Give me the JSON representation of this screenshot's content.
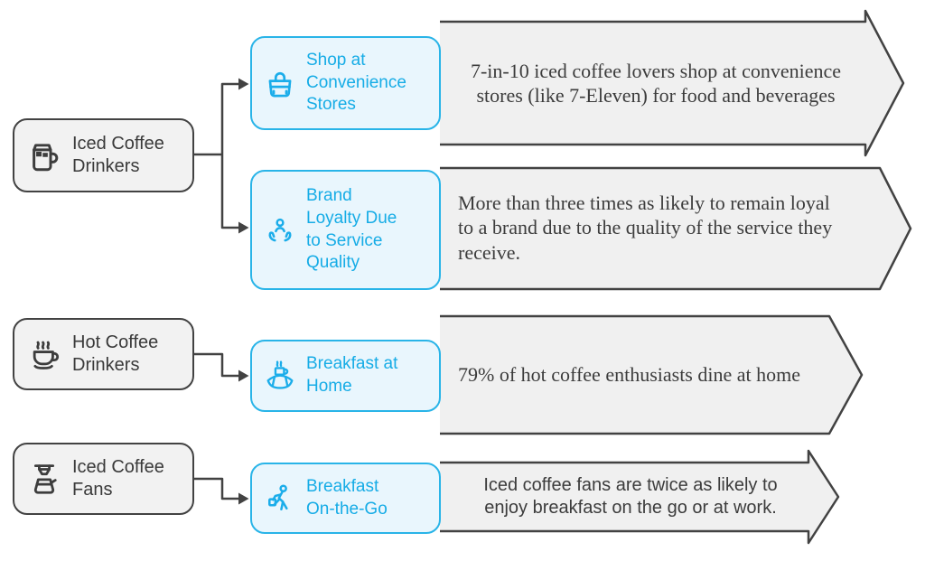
{
  "palette": {
    "accent": "#29b4e8",
    "accent_text": "#16ace6",
    "accent_fill": "#e9f6fd",
    "node_fill": "#f2f2f2",
    "banner_fill": "#f0f0f0",
    "stroke_dark": "#424242",
    "text_dark": "#3c3c3c"
  },
  "sources": [
    {
      "label": "Iced Coffee\nDrinkers",
      "icon": "iced-coffee-mug-icon"
    },
    {
      "label": "Hot Coffee\nDrinkers",
      "icon": "hot-coffee-cup-icon"
    },
    {
      "label": "Iced Coffee\nFans",
      "icon": "coffee-dripper-icon"
    }
  ],
  "behaviors": [
    {
      "label": "Shop at\nConvenience\nStores",
      "icon": "shopping-bag-icon"
    },
    {
      "label": "Brand\nLoyalty Due\nto Service\nQuality",
      "icon": "customer-care-icon"
    },
    {
      "label": "Breakfast at\nHome",
      "icon": "croissant-cup-icon"
    },
    {
      "label": "Breakfast\nOn-the-Go",
      "icon": "person-on-the-go-icon"
    }
  ],
  "facts": [
    {
      "text": "7-in-10 iced coffee lovers shop at convenience\nstores (like 7-Eleven) for food and beverages"
    },
    {
      "text": "More than three times as likely to remain loyal\nto a brand due to the quality of the service they\nreceive."
    },
    {
      "text": "79% of hot coffee enthusiasts dine at home"
    },
    {
      "text": "Iced coffee fans are twice as likely to\nenjoy breakfast on the go or at work."
    }
  ],
  "connections": [
    {
      "from": "Iced Coffee Drinkers",
      "to": "Shop at Convenience Stores"
    },
    {
      "from": "Iced Coffee Drinkers",
      "to": "Brand Loyalty Due to Service Quality"
    },
    {
      "from": "Hot Coffee Drinkers",
      "to": "Breakfast at Home"
    },
    {
      "from": "Iced Coffee Fans",
      "to": "Breakfast On-the-Go"
    }
  ]
}
